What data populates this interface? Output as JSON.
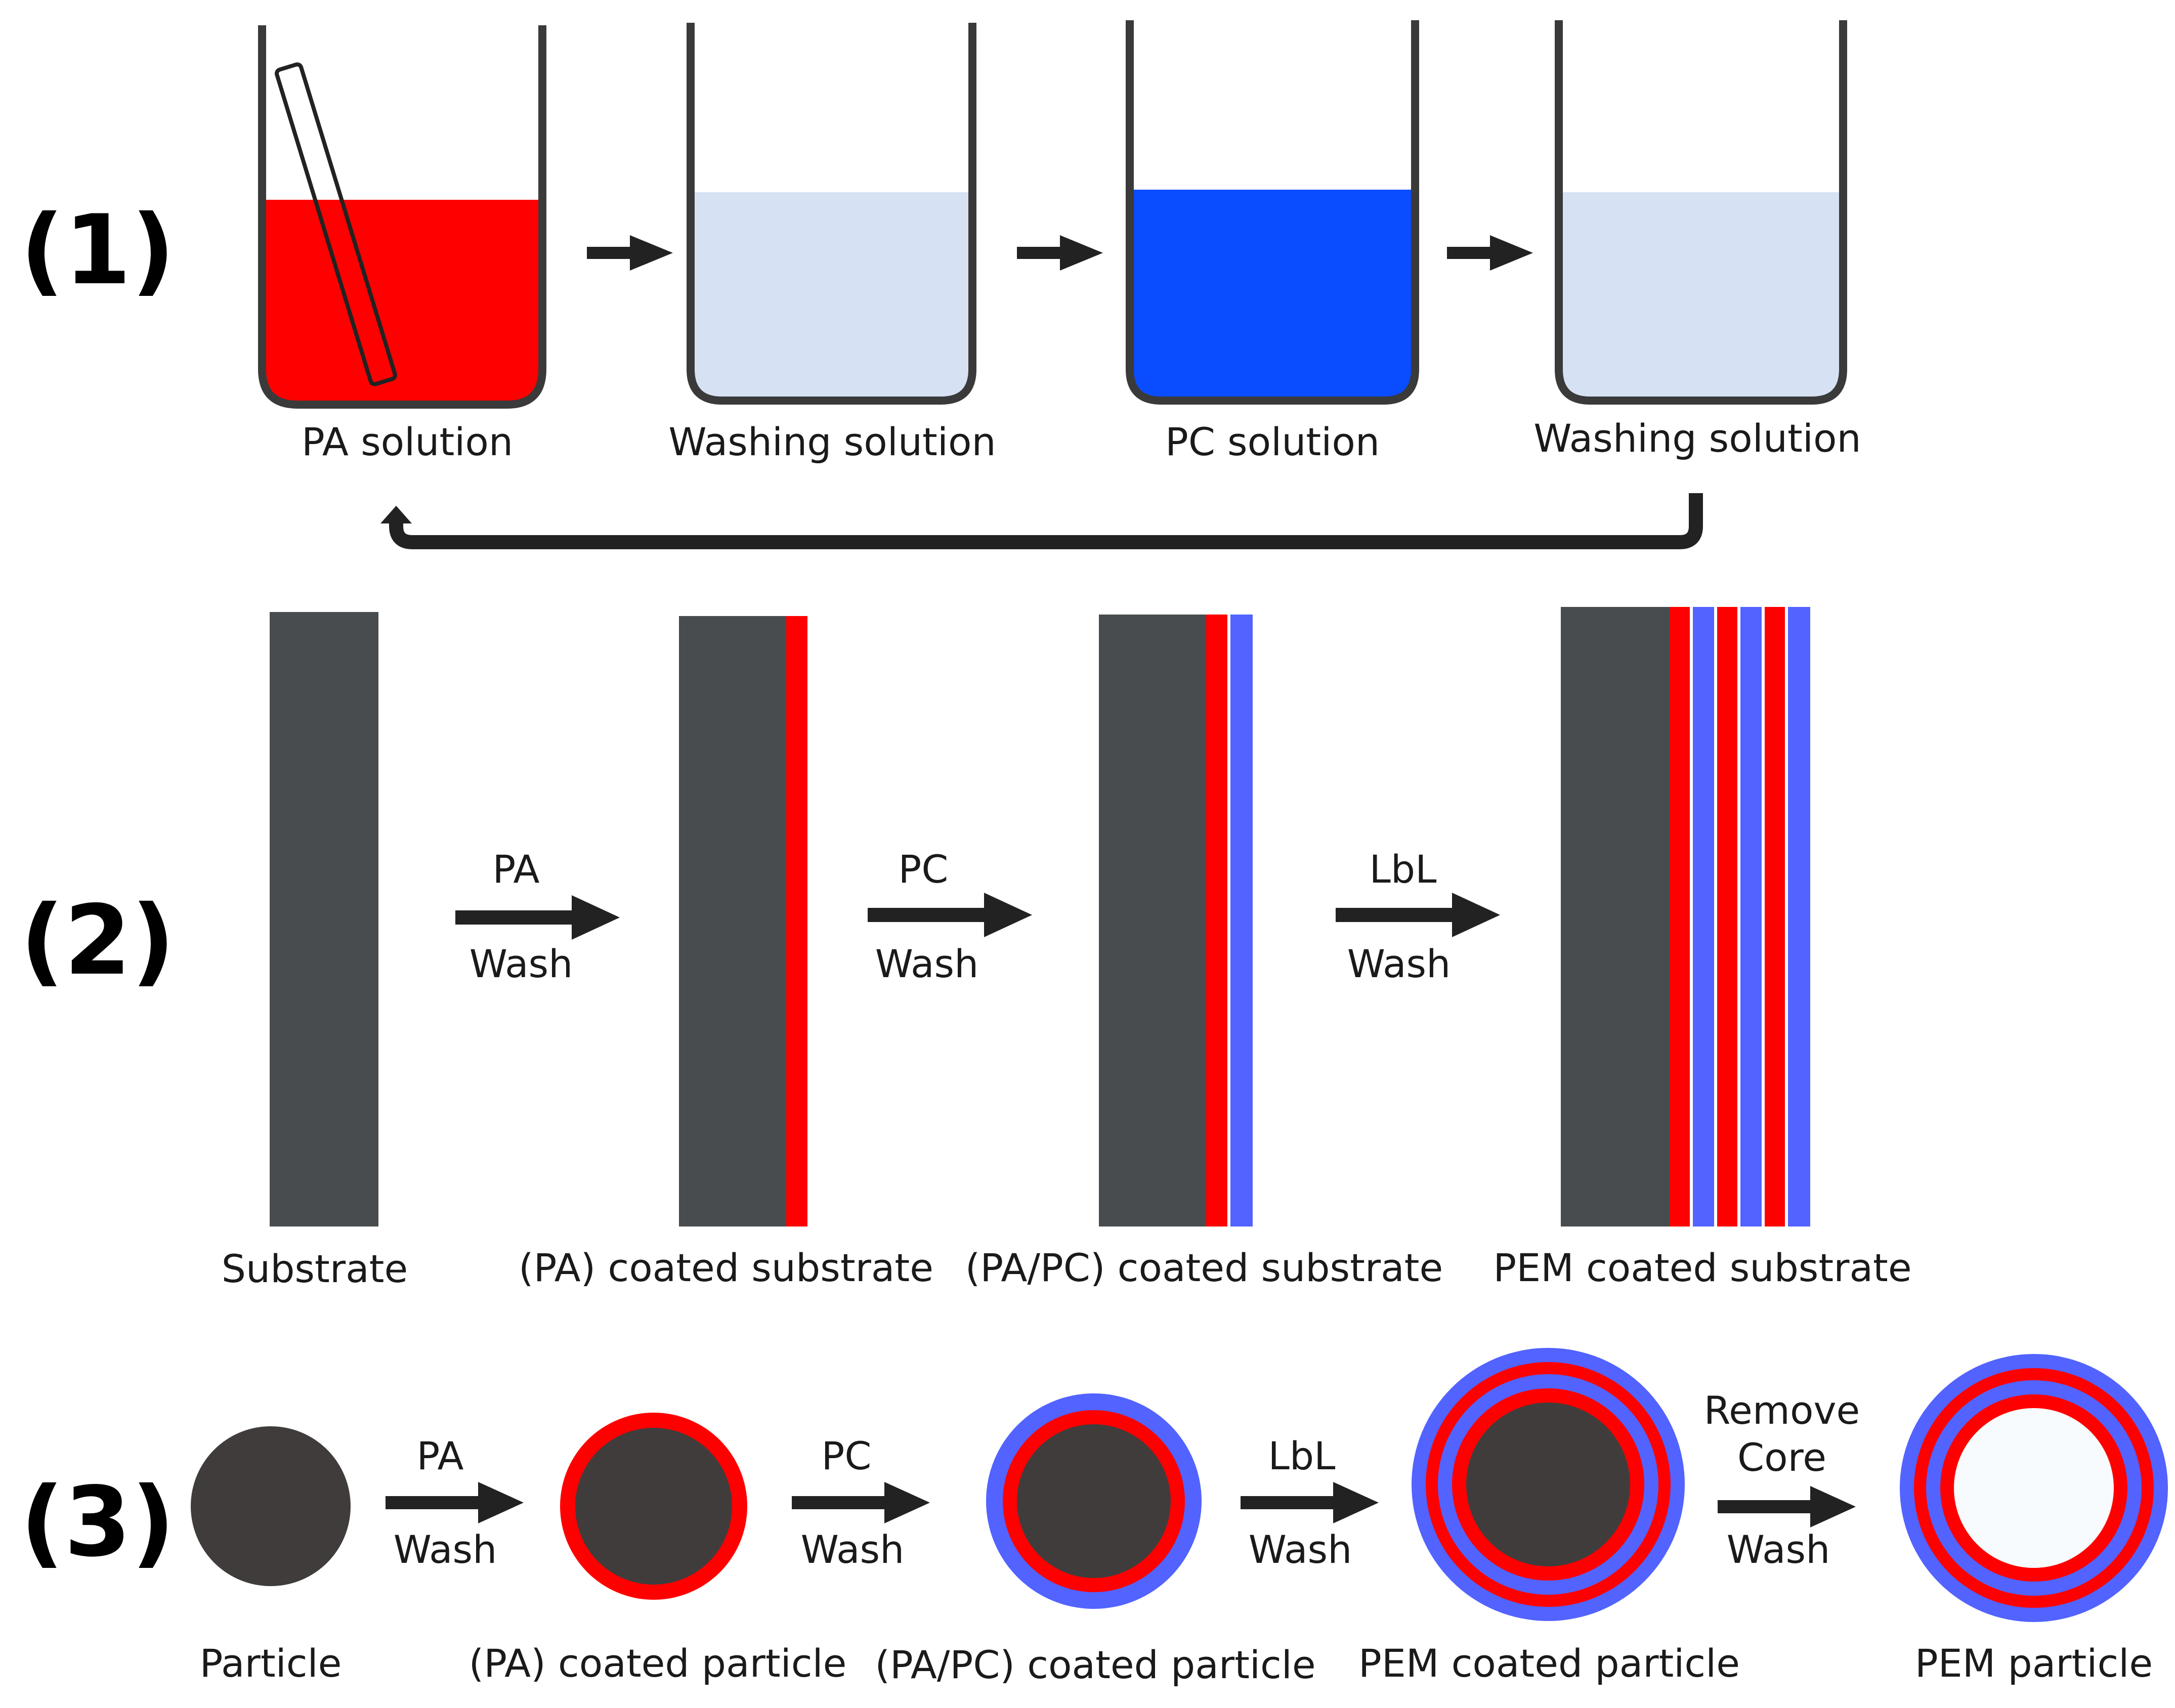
{
  "colors": {
    "pa_red": "#ff0000",
    "pc_blue": "#0a4cff",
    "layer_blue": "#5263ff",
    "wash": "#d6e2f3",
    "substrate": "#484c4f",
    "particle": "#403c3c",
    "beaker_stroke": "#3a3a3a",
    "arrow": "#222222"
  },
  "row1": {
    "number": "(1)",
    "beakers": [
      {
        "label": "PA solution",
        "liquid": "pa_red"
      },
      {
        "label": "Washing solution",
        "liquid": "wash"
      },
      {
        "label": "PC solution",
        "liquid": "pc_blue"
      },
      {
        "label": "Washing solution",
        "liquid": "wash"
      }
    ]
  },
  "row2": {
    "number": "(2)",
    "steps": [
      {
        "top": "PA",
        "bottom": "Wash"
      },
      {
        "top": "PC",
        "bottom": "Wash"
      },
      {
        "top": "LbL",
        "bottom": "Wash"
      }
    ],
    "items": [
      {
        "label": "Substrate"
      },
      {
        "label": "(PA) coated substrate"
      },
      {
        "label": "(PA/PC) coated substrate"
      },
      {
        "label": "PEM coated substrate"
      }
    ]
  },
  "row3": {
    "number": "(3)",
    "steps": [
      {
        "top": "PA",
        "bottom": "Wash"
      },
      {
        "top": "PC",
        "bottom": "Wash"
      },
      {
        "top": "LbL",
        "bottom": "Wash"
      },
      {
        "top": "Remove",
        "top2": "Core",
        "bottom": "Wash"
      }
    ],
    "items": [
      {
        "label": "Particle"
      },
      {
        "label": "(PA) coated particle"
      },
      {
        "label": "(PA/PC) coated particle"
      },
      {
        "label": "PEM coated particle"
      },
      {
        "label": "PEM particle"
      }
    ]
  }
}
